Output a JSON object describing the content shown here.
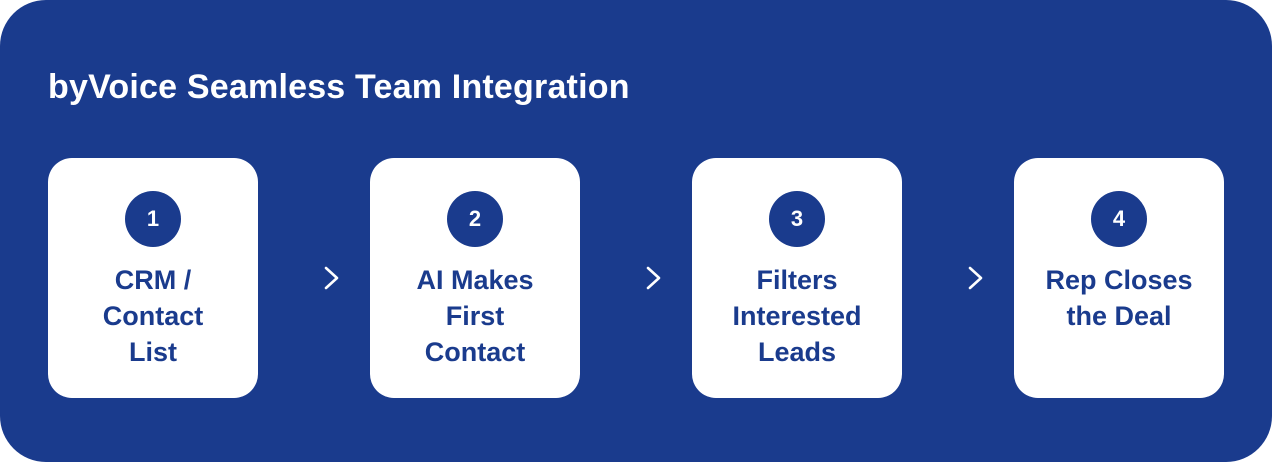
{
  "title": "byVoice Seamless Team Integration",
  "colors": {
    "background": "#1a3b8d",
    "card": "#ffffff",
    "accent_text": "#1a3b8d"
  },
  "steps": [
    {
      "number": "1",
      "lines": [
        "CRM /",
        "Contact",
        "List"
      ]
    },
    {
      "number": "2",
      "lines": [
        "AI Makes",
        "First",
        "Contact"
      ]
    },
    {
      "number": "3",
      "lines": [
        "Filters",
        "Interested",
        "Leads"
      ]
    },
    {
      "number": "4",
      "lines": [
        "Rep Closes",
        "the Deal"
      ]
    }
  ],
  "connector_icon": "arrow-right-icon"
}
